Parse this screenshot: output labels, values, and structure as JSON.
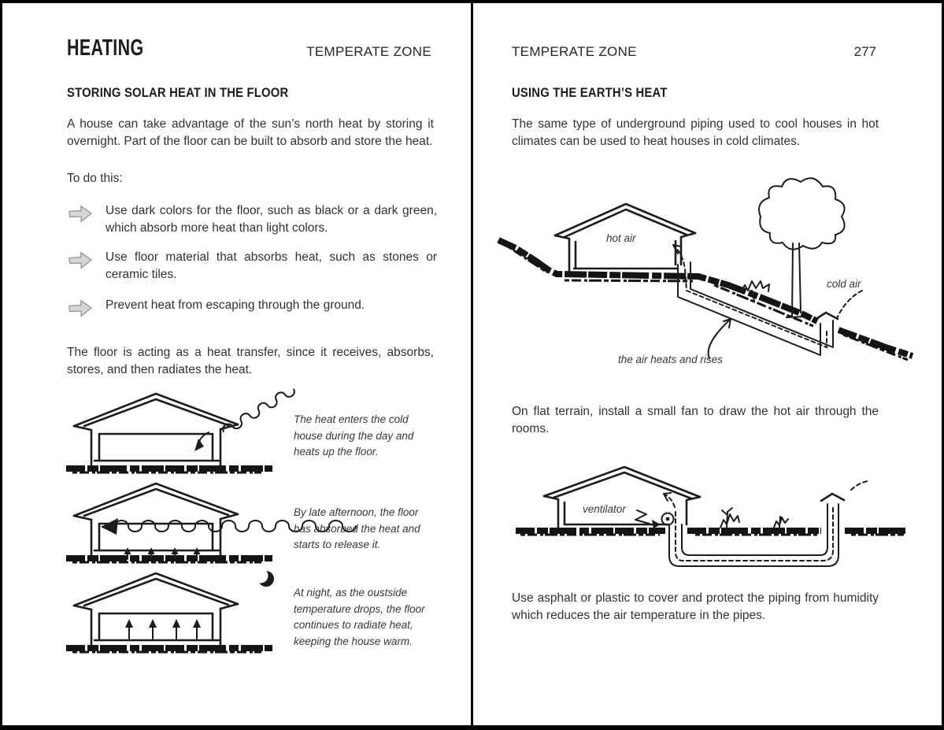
{
  "book": {
    "left_page": {
      "chapter_title": "HEATING",
      "zone_label": "TEMPERATE ZONE",
      "section_heading": "STORING SOLAR HEAT IN THE FLOOR",
      "intro": "A house can take advantage of the sun’s north heat by storing it overnight. Part of the floor can be built to absorb and store the heat.",
      "list_intro": "To do this:",
      "bullets": [
        "Use dark colors for the floor, such as black or a dark green, which absorb more heat than light colors.",
        "Use floor material that absorbs heat, such as stones or ceramic tiles.",
        "Prevent heat from escaping through the ground."
      ],
      "summary": "The floor is acting as a heat transfer, since it receives, absorbs, stores, and then radiates the heat.",
      "figure_captions": [
        "The heat enters the cold house during the day and heats up the floor.",
        "By late afternoon, the floor has absorbed the heat and starts to release it.",
        "At night, as the oustside temperature drops, the floor continues to radiate heat, keeping the house warm."
      ]
    },
    "right_page": {
      "zone_label": "TEMPERATE ZONE",
      "page_number": "277",
      "section_heading": "USING THE EARTH’S HEAT",
      "intro": "The same type of underground piping used to cool houses in hot climates can be used to heat houses in cold climates.",
      "figure1_labels": {
        "hot_air": "hot air",
        "cold_air": "cold air",
        "pipe_note": "the air heats and rises"
      },
      "middle_paragraph": "On flat terrain, install a small fan to draw the hot air through the rooms.",
      "figure2_labels": {
        "ventilator": "ventilator"
      },
      "closing_paragraph": "Use asphalt or plastic to cover and protect the piping from humidity which reduces the air temperature in the pipes."
    },
    "icons": {
      "bullet": "right-block-arrow",
      "night": "crescent-moon"
    },
    "colors": {
      "ink": "#1c1c1c",
      "paper": "#ffffff",
      "frame": "#000000",
      "bullet_arrow_fill": "#d6d6d6",
      "bullet_arrow_stroke": "#a0a0a0"
    }
  }
}
